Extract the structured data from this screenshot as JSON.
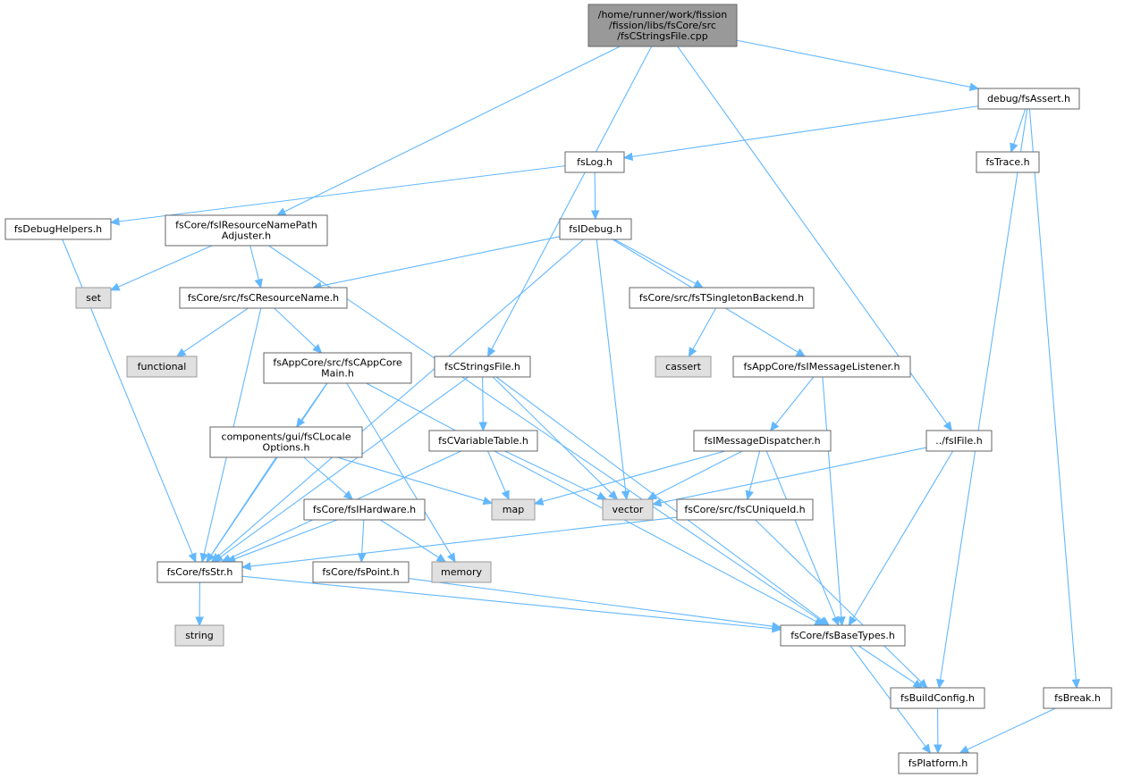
{
  "colors": {
    "edge": "#63b8ff",
    "root_fill": "#999999",
    "root_border": "#666666",
    "header_fill": "#ffffff",
    "header_border": "#666666",
    "system_fill": "#e0e0e0",
    "system_border": "#999999"
  },
  "nodes": [
    {
      "id": "root",
      "kind": "root",
      "lines": [
        "/home/runner/work/fission",
        "/fission/libs/fsCore/src",
        "/fsCStringsFile.cpp"
      ]
    },
    {
      "id": "fsAssert",
      "kind": "header",
      "lines": [
        "debug/fsAssert.h"
      ]
    },
    {
      "id": "fsLog",
      "kind": "header",
      "lines": [
        "fsLog.h"
      ]
    },
    {
      "id": "fsTrace",
      "kind": "header",
      "lines": [
        "fsTrace.h"
      ]
    },
    {
      "id": "fsDebugHelpers",
      "kind": "header",
      "lines": [
        "fsDebugHelpers.h"
      ]
    },
    {
      "id": "fsIResourceNamePathAdjuster",
      "kind": "header",
      "lines": [
        "fsCore/fsIResourceNamePath",
        "Adjuster.h"
      ]
    },
    {
      "id": "fsIDebug",
      "kind": "header",
      "lines": [
        "fsIDebug.h"
      ]
    },
    {
      "id": "set",
      "kind": "system",
      "lines": [
        "set"
      ]
    },
    {
      "id": "fsCResourceName",
      "kind": "header",
      "lines": [
        "fsCore/src/fsCResourceName.h"
      ]
    },
    {
      "id": "fsTSingletonBackend",
      "kind": "header",
      "lines": [
        "fsCore/src/fsTSingletonBackend.h"
      ]
    },
    {
      "id": "functional",
      "kind": "system",
      "lines": [
        "functional"
      ]
    },
    {
      "id": "fsCAppCoreMain",
      "kind": "header",
      "lines": [
        "fsAppCore/src/fsCAppCore",
        "Main.h"
      ]
    },
    {
      "id": "fsCStringsFileH",
      "kind": "header",
      "lines": [
        "fsCStringsFile.h"
      ]
    },
    {
      "id": "cassert",
      "kind": "system",
      "lines": [
        "cassert"
      ]
    },
    {
      "id": "fsIMessageListener",
      "kind": "header",
      "lines": [
        "fsAppCore/fsIMessageListener.h"
      ]
    },
    {
      "id": "fsCLocaleOptions",
      "kind": "header",
      "lines": [
        "components/gui/fsCLocale",
        "Options.h"
      ]
    },
    {
      "id": "fsCVariableTable",
      "kind": "header",
      "lines": [
        "fsCVariableTable.h"
      ]
    },
    {
      "id": "fsIMessageDispatcher",
      "kind": "header",
      "lines": [
        "fsIMessageDispatcher.h"
      ]
    },
    {
      "id": "fsIFile",
      "kind": "header",
      "lines": [
        "../fsIFile.h"
      ]
    },
    {
      "id": "fsIHardware",
      "kind": "header",
      "lines": [
        "fsCore/fsIHardware.h"
      ]
    },
    {
      "id": "map",
      "kind": "system",
      "lines": [
        "map"
      ]
    },
    {
      "id": "vector",
      "kind": "system",
      "lines": [
        "vector"
      ]
    },
    {
      "id": "fsCUniqueId",
      "kind": "header",
      "lines": [
        "fsCore/src/fsCUniqueId.h"
      ]
    },
    {
      "id": "fsStr",
      "kind": "header",
      "lines": [
        "fsCore/fsStr.h"
      ]
    },
    {
      "id": "fsPoint",
      "kind": "header",
      "lines": [
        "fsCore/fsPoint.h"
      ]
    },
    {
      "id": "memory",
      "kind": "system",
      "lines": [
        "memory"
      ]
    },
    {
      "id": "string",
      "kind": "system",
      "lines": [
        "string"
      ]
    },
    {
      "id": "fsBaseTypes",
      "kind": "header",
      "lines": [
        "fsCore/fsBaseTypes.h"
      ]
    },
    {
      "id": "fsBuildConfig",
      "kind": "header",
      "lines": [
        "fsBuildConfig.h"
      ]
    },
    {
      "id": "fsBreak",
      "kind": "header",
      "lines": [
        "fsBreak.h"
      ]
    },
    {
      "id": "fsPlatform",
      "kind": "header",
      "lines": [
        "fsPlatform.h"
      ]
    }
  ],
  "edges": [
    [
      "root",
      "fsAssert"
    ],
    [
      "root",
      "fsIResourceNamePathAdjuster"
    ],
    [
      "root",
      "fsCStringsFileH"
    ],
    [
      "root",
      "fsIFile"
    ],
    [
      "fsAssert",
      "fsLog"
    ],
    [
      "fsAssert",
      "fsTrace"
    ],
    [
      "fsAssert",
      "fsBuildConfig"
    ],
    [
      "fsAssert",
      "fsBreak"
    ],
    [
      "fsLog",
      "fsDebugHelpers"
    ],
    [
      "fsLog",
      "fsIDebug"
    ],
    [
      "fsDebugHelpers",
      "fsStr"
    ],
    [
      "fsIResourceNamePathAdjuster",
      "set"
    ],
    [
      "fsIResourceNamePathAdjuster",
      "fsCResourceName"
    ],
    [
      "fsIResourceNamePathAdjuster",
      "fsBaseTypes"
    ],
    [
      "fsIDebug",
      "fsCResourceName"
    ],
    [
      "fsIDebug",
      "fsStr"
    ],
    [
      "fsIDebug",
      "vector"
    ],
    [
      "fsIDebug",
      "fsTSingletonBackend"
    ],
    [
      "fsIDebug",
      "fsIMessageListener"
    ],
    [
      "fsCResourceName",
      "fsStr"
    ],
    [
      "fsCResourceName",
      "functional"
    ],
    [
      "fsCResourceName",
      "fsCAppCoreMain"
    ],
    [
      "fsTSingletonBackend",
      "cassert"
    ],
    [
      "fsCAppCoreMain",
      "fsCLocaleOptions"
    ],
    [
      "fsCAppCoreMain",
      "memory"
    ],
    [
      "fsCAppCoreMain",
      "fsStr"
    ],
    [
      "fsCAppCoreMain",
      "fsBaseTypes"
    ],
    [
      "fsCStringsFileH",
      "fsCVariableTable"
    ],
    [
      "fsCStringsFileH",
      "fsStr"
    ],
    [
      "fsCStringsFileH",
      "vector"
    ],
    [
      "fsCStringsFileH",
      "fsBaseTypes"
    ],
    [
      "fsIMessageListener",
      "fsIMessageDispatcher"
    ],
    [
      "fsIMessageListener",
      "fsBaseTypes"
    ],
    [
      "fsCLocaleOptions",
      "map"
    ],
    [
      "fsCLocaleOptions",
      "fsIHardware"
    ],
    [
      "fsCLocaleOptions",
      "fsStr"
    ],
    [
      "fsCVariableTable",
      "map"
    ],
    [
      "fsCVariableTable",
      "vector"
    ],
    [
      "fsCVariableTable",
      "fsStr"
    ],
    [
      "fsIMessageDispatcher",
      "map"
    ],
    [
      "fsIMessageDispatcher",
      "vector"
    ],
    [
      "fsIMessageDispatcher",
      "fsCUniqueId"
    ],
    [
      "fsIMessageDispatcher",
      "fsBaseTypes"
    ],
    [
      "fsIFile",
      "vector"
    ],
    [
      "fsIFile",
      "fsBaseTypes"
    ],
    [
      "fsIHardware",
      "fsStr"
    ],
    [
      "fsIHardware",
      "fsPoint"
    ],
    [
      "fsIHardware",
      "memory"
    ],
    [
      "fsCUniqueId",
      "fsStr"
    ],
    [
      "fsCUniqueId",
      "fsBuildConfig"
    ],
    [
      "fsStr",
      "string"
    ],
    [
      "fsStr",
      "fsBaseTypes"
    ],
    [
      "fsPoint",
      "fsBaseTypes"
    ],
    [
      "fsBaseTypes",
      "fsBuildConfig"
    ],
    [
      "fsBaseTypes",
      "fsPlatform"
    ],
    [
      "fsBuildConfig",
      "fsPlatform"
    ],
    [
      "fsBreak",
      "fsPlatform"
    ]
  ]
}
